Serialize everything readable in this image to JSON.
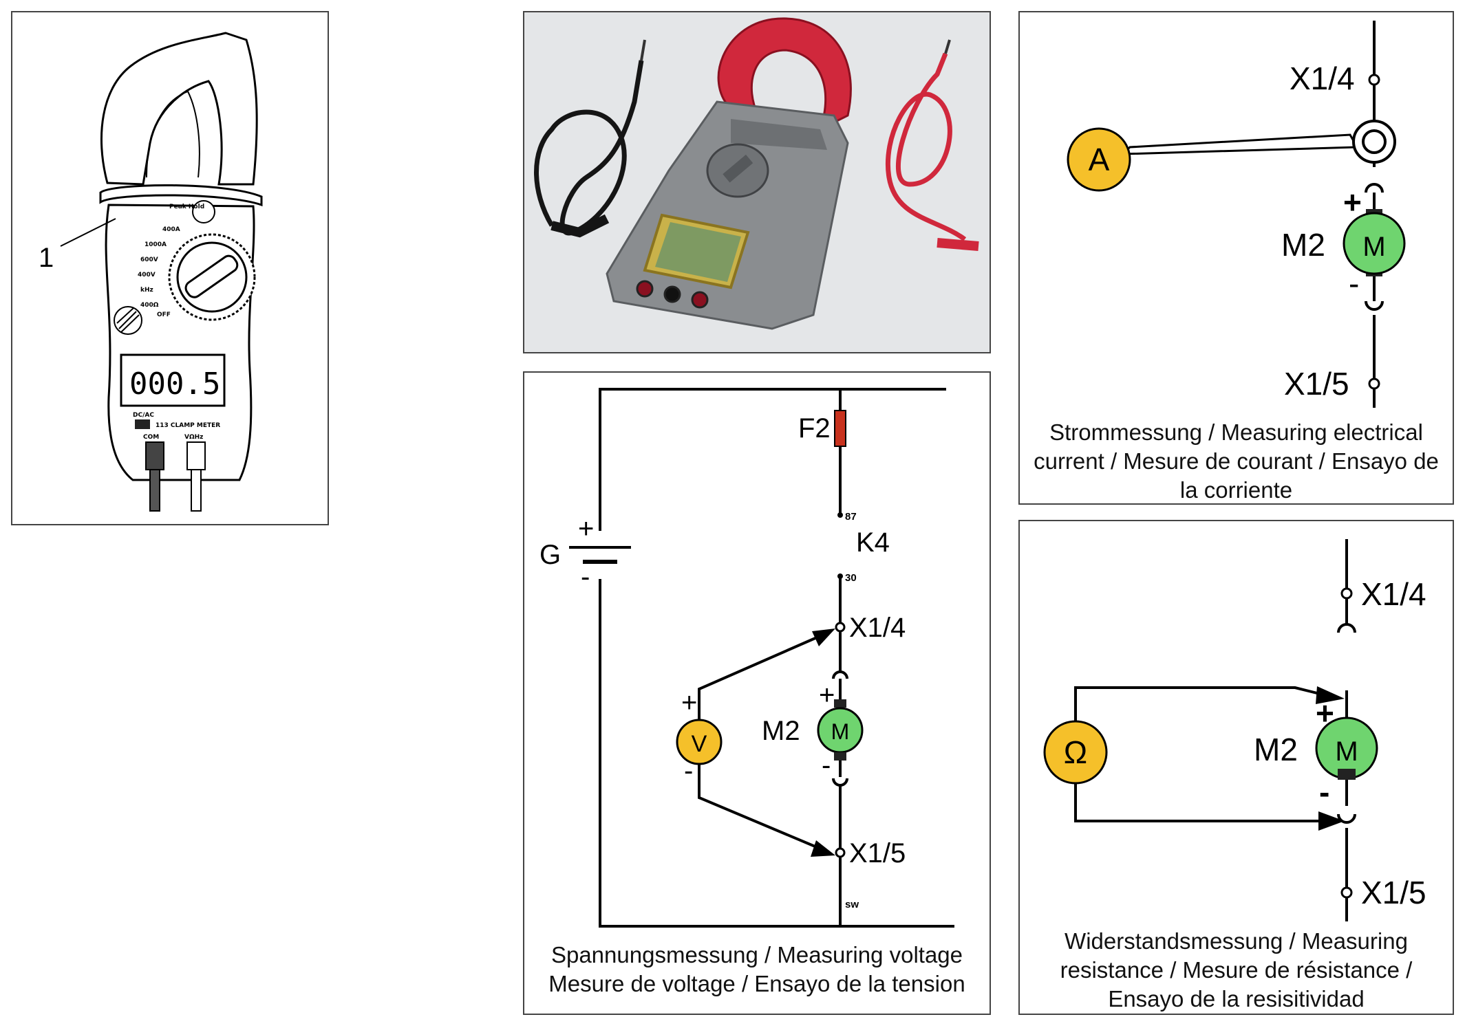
{
  "meter_drawing": {
    "callout": "1",
    "labels": {
      "peak_hold": "Peak Hold",
      "r_400a": "400A",
      "r_1000a": "1000A",
      "r_600v": "600V",
      "r_400v": "400V",
      "r_khz": "kHz",
      "r_ohm": "400Ω",
      "off": "OFF",
      "display": "000.5",
      "dcac": "DC/AC",
      "model": "113 CLAMP METER",
      "com": "COM",
      "vohz": "VΩHz"
    }
  },
  "current_panel": {
    "terminal_top": "X1/4",
    "terminal_bottom": "X1/5",
    "meter_symbol": "A",
    "motor_symbol": "M",
    "motor_label": "M2",
    "plus": "+",
    "minus": "-",
    "caption": "Strommessung / Measuring electrical current / Mesure de courant / Ensayo de la corriente"
  },
  "voltage_panel": {
    "fuse_label": "F2",
    "relay_label": "K4",
    "pin_87": "87",
    "pin_30": "30",
    "terminal_top": "X1/4",
    "terminal_bottom": "X1/5",
    "ground_label": "sw",
    "battery_label": "G",
    "meter_symbol": "V",
    "motor_symbol": "M",
    "motor_label": "M2",
    "plus": "+",
    "minus": "-",
    "caption_line1": "Spannungsmessung / Measuring voltage",
    "caption_line2": "Mesure de voltage / Ensayo de la tension"
  },
  "resistance_panel": {
    "terminal_top": "X1/4",
    "terminal_bottom": "X1/5",
    "meter_symbol": "Ω",
    "motor_symbol": "M",
    "motor_label": "M2",
    "plus": "+",
    "minus": "-",
    "caption": "Widerstandsmessung / Measuring resistance / Mesure de résistance / Ensayo de la resisitividad"
  },
  "colors": {
    "meter_yellow": "#f5c02a",
    "motor_green": "#6fd46f",
    "fuse_red": "#c8321e",
    "clamp_red": "#d0283c",
    "meter_grey": "#8a8d90"
  }
}
